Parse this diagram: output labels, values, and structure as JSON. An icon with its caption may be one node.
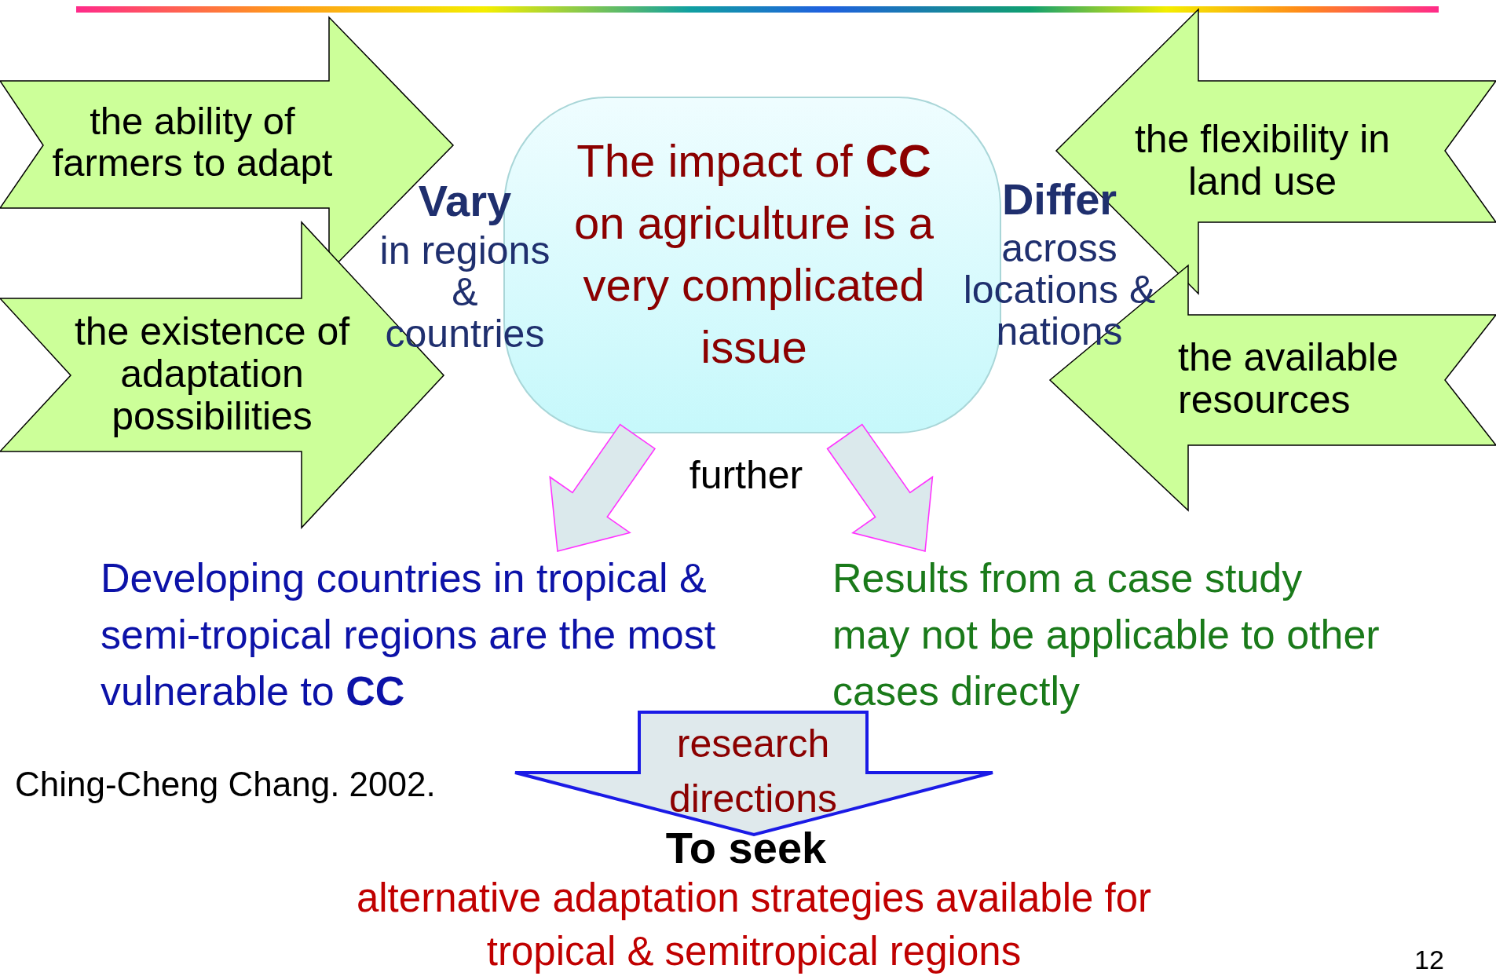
{
  "diagram": {
    "nodes": [
      {
        "text": [
          "the ability of farmers to adapt"
        ]
      },
      {
        "text": [
          "the existence of adaptation possibilities"
        ]
      },
      {
        "text": [
          "The impact of **CC** on agriculture is a very complicated issue"
        ],
        "beside": [
          "further"
        ]
      },
      {
        "text": [
          "the flexibility in land use"
        ]
      },
      {
        "text": [
          "the available resources"
        ]
      },
      {
        "text": [
          "Developing countries in tropical & semi-tropical regions are the most vulnerable to **CC**"
        ]
      },
      {
        "text": [
          "Results from a case study may not be applicable to other cases directly"
        ]
      },
      {
        "text": [
          "research directions"
        ]
      }
    ],
    "edges": [
      {
        "from": 2,
        "to": 5,
        "arrow": "to",
        "style": "thick"
      },
      {
        "from": 2,
        "to": 6,
        "arrow": "to",
        "style": "thick"
      }
    ],
    "labels": [
      "Vary",
      "in regions & countries",
      "Differ",
      "across locations & nations",
      "Ching-Cheng Chang. 2002.",
      "To seek",
      "alternative adaptation strategies available for tropical & semitropical regions",
      "12"
    ]
  }
}
